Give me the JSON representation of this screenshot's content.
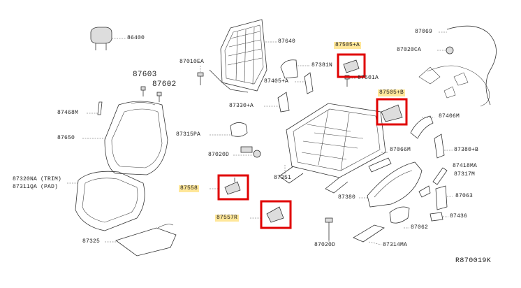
{
  "diagram_ref": "R870019K",
  "labels": {
    "p86400": "86400",
    "p87640": "87640",
    "p87010ea": "87010EA",
    "p87603": "87603",
    "p87602": "87602",
    "p87468m": "87468M",
    "p87650": "87650",
    "p87315pa": "87315PA",
    "p87020d_mid": "87020D",
    "p87320na": "87320NA (TRIM)",
    "p87311qa": "87311QA (PAD)",
    "p87558": "87558",
    "p87557r": "87557R",
    "p87325": "87325",
    "p87381n": "87381N",
    "p87405a": "87405+A",
    "p87330a": "87330+A",
    "p87351": "87351",
    "p87505a": "87505+A",
    "p87501a": "87501A",
    "p87505b": "87505+B",
    "p87406m": "87406M",
    "p87066m": "87066M",
    "p87380b": "87380+B",
    "p87418ma": "87418MA",
    "p87317m": "87317M",
    "p87063": "87063",
    "p87380": "87380",
    "p87436": "87436",
    "p87062": "87062",
    "p87020d_bot": "87020D",
    "p87314ma": "87314MA",
    "p87069": "87069",
    "p87020ca": "87020CA"
  },
  "highlight_color": "#ffe79a",
  "callout_color": "#e00000"
}
